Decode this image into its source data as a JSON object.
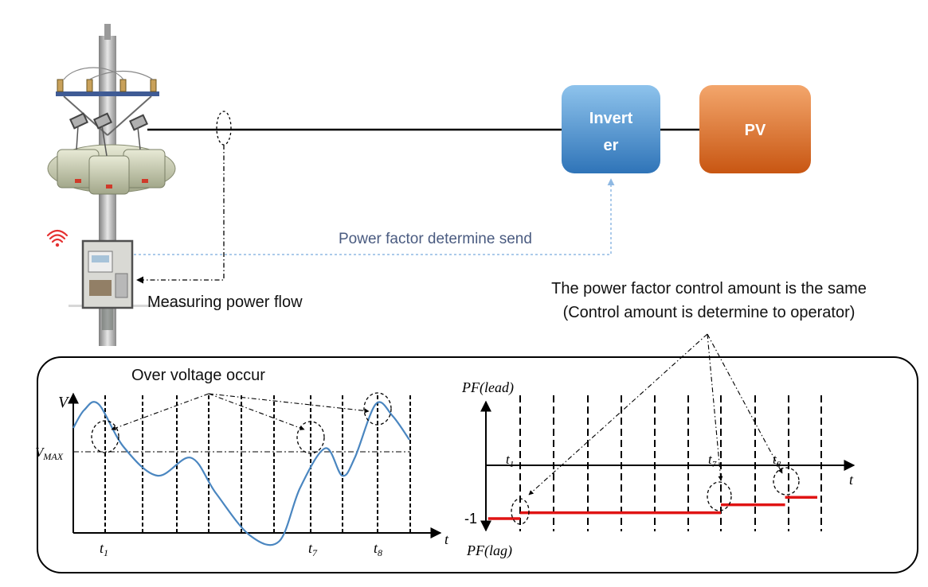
{
  "top": {
    "inverter_label_line1": "Invert",
    "inverter_label_line2": "er",
    "pv_label": "PV",
    "comm_label": "Power factor determine send",
    "measure_label": "Measuring power flow",
    "note_line1": "The power factor control amount is the same",
    "note_line2": "(Control amount is determine to operator)"
  },
  "colors": {
    "inverter_top": "#8ec3ec",
    "inverter_bottom": "#2f74b8",
    "pv_top": "#f3a66c",
    "pv_bottom": "#c85612",
    "comm_line": "#8fb9e3",
    "comm_text": "#4a5b80",
    "voltage_curve": "#4a86c0",
    "pf_step": "#e01414",
    "wifi": "#e53030"
  },
  "voltage_panel": {
    "annotation": "Over voltage occur",
    "y_label": "V",
    "vmax_label": "V",
    "vmax_sub": "MAX",
    "x_label": "t",
    "ticks": [
      {
        "main": "t",
        "sub": "1"
      },
      {
        "main": "t",
        "sub": "7"
      },
      {
        "main": "t",
        "sub": "8"
      }
    ]
  },
  "pf_panel": {
    "top_label": "PF(lead)",
    "bottom_label": "PF(lag)",
    "minus_one": "-1",
    "x_label": "t",
    "ticks": [
      {
        "main": "t",
        "sub": "1"
      },
      {
        "main": "t",
        "sub": "7"
      },
      {
        "main": "t",
        "sub": "8"
      }
    ]
  },
  "chart_data": [
    {
      "type": "line",
      "xlabel": "t",
      "ylabel": "V",
      "reference_line": "V_MAX",
      "marked_times": [
        "t1",
        "t7",
        "t8"
      ],
      "series": [
        {
          "values": [
            [
              0,
              0.2
            ],
            [
              0.13,
              0.35
            ],
            [
              0.3,
              0.4
            ],
            [
              0.6,
              0.04
            ],
            [
              1.0,
              -0.2
            ],
            [
              1.4,
              -0.05
            ],
            [
              1.7,
              -0.35
            ],
            [
              2.1,
              -0.7
            ],
            [
              2.45,
              -0.75
            ],
            [
              2.7,
              -0.3
            ],
            [
              3.0,
              0.03
            ],
            [
              3.2,
              -0.2
            ],
            [
              3.35,
              -0.05
            ],
            [
              3.6,
              0.4
            ],
            [
              3.8,
              0.3
            ],
            [
              4.0,
              0.1
            ]
          ]
        }
      ]
    },
    {
      "type": "line",
      "xlabel": "t",
      "ylabel": "PF",
      "step": true,
      "y_axis_labels": [
        "PF(lead)",
        "-1",
        "PF(lag)"
      ],
      "marked_times": [
        "t1",
        "t7",
        "t8"
      ],
      "series": [
        {
          "values": [
            [
              -0.4,
              -1.0
            ],
            [
              0.0,
              -1.0
            ],
            [
              0.0,
              -0.89
            ],
            [
              2.5,
              -0.89
            ],
            [
              2.5,
              -0.74
            ],
            [
              3.3,
              -0.74
            ],
            [
              3.3,
              -0.6
            ],
            [
              3.7,
              -0.6
            ]
          ]
        }
      ]
    }
  ]
}
